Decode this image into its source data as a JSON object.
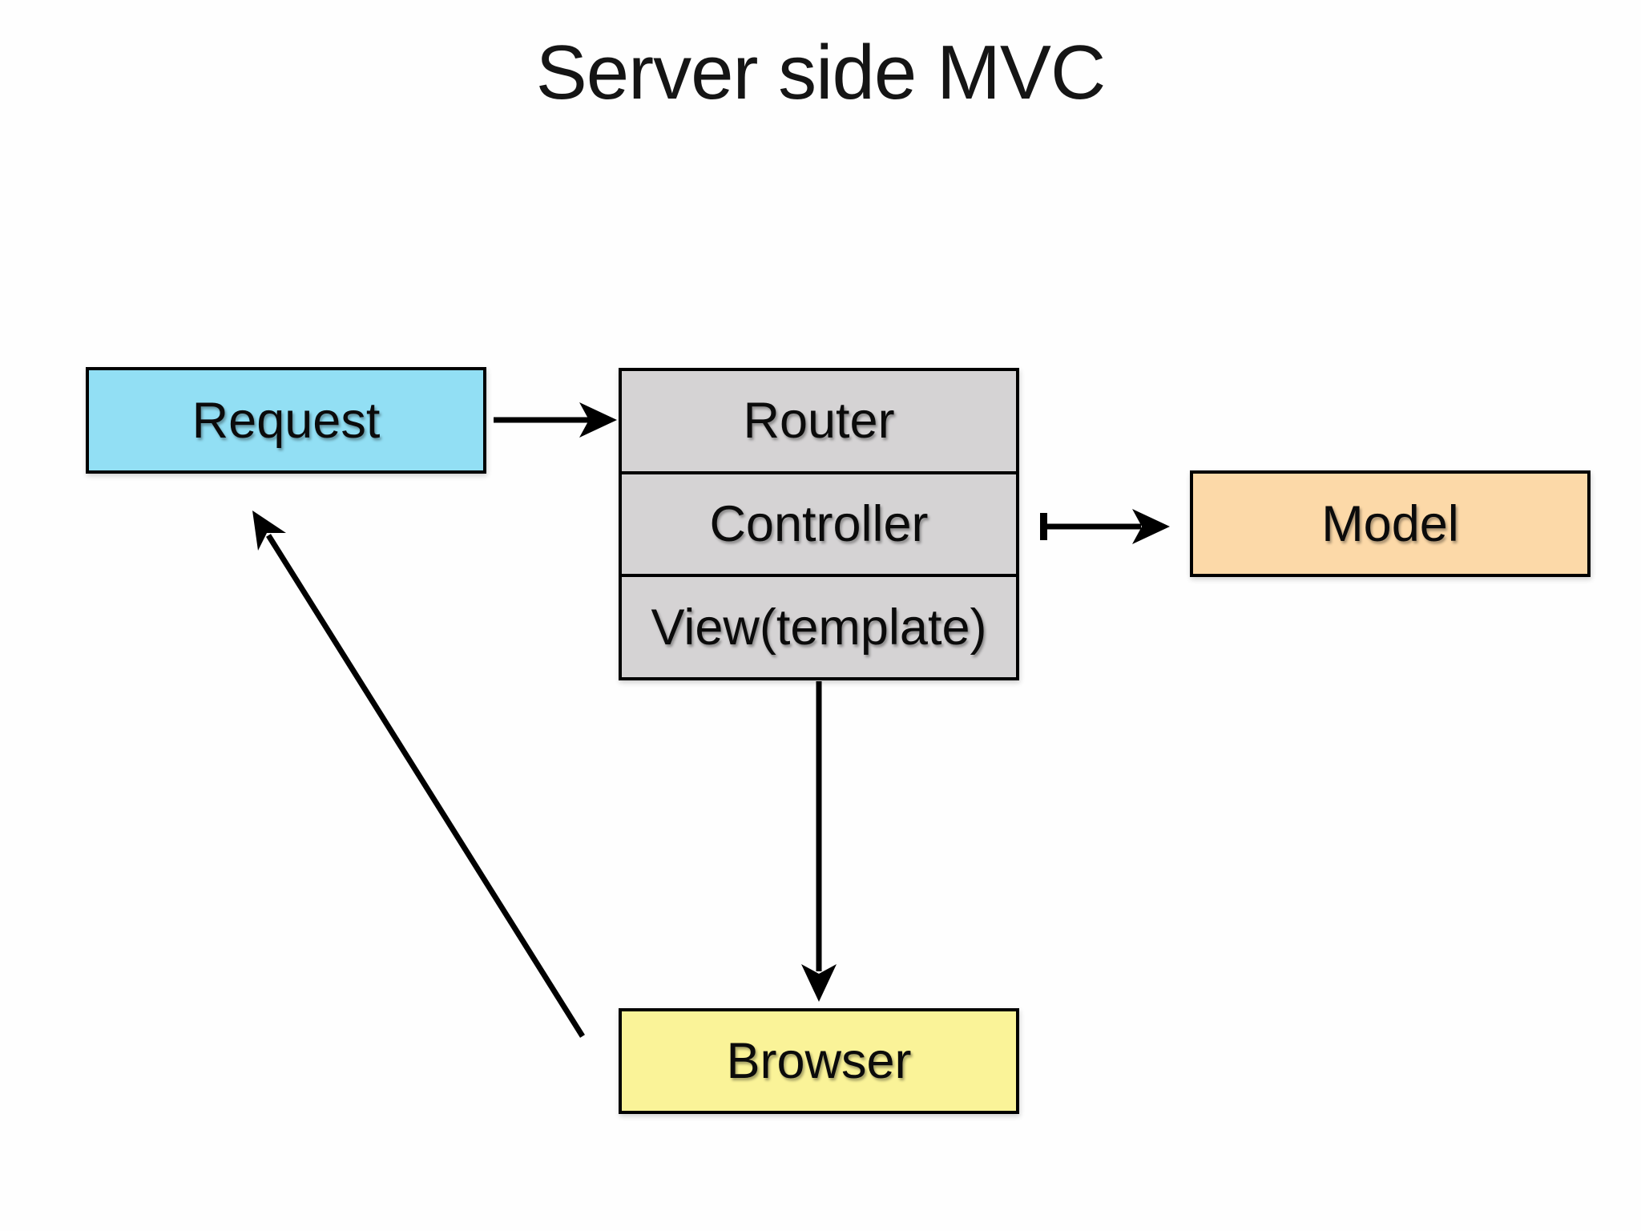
{
  "title": "Server side MVC",
  "colors": {
    "request_fill": "#92dff4",
    "stack_fill": "#d5d3d4",
    "model_fill": "#fcd9a8",
    "browser_fill": "#faf398",
    "border": "#000000",
    "arrow": "#000000",
    "background": "#fefefe",
    "text": "#0b0b0b"
  },
  "nodes": {
    "request": {
      "label": "Request"
    },
    "router": {
      "label": "Router"
    },
    "controller": {
      "label": "Controller"
    },
    "view": {
      "label": "View(template)"
    },
    "model": {
      "label": "Model"
    },
    "browser": {
      "label": "Browser"
    }
  },
  "arrows": [
    {
      "name": "request-to-router",
      "from": "Request",
      "to": "Router",
      "style": "arrow"
    },
    {
      "name": "controller-to-model",
      "from": "Controller",
      "to": "Model",
      "style": "tee-arrow"
    },
    {
      "name": "view-to-browser",
      "from": "View(template)",
      "to": "Browser",
      "style": "arrow"
    },
    {
      "name": "browser-to-request",
      "from": "Browser",
      "to": "Request",
      "style": "arrow"
    }
  ]
}
